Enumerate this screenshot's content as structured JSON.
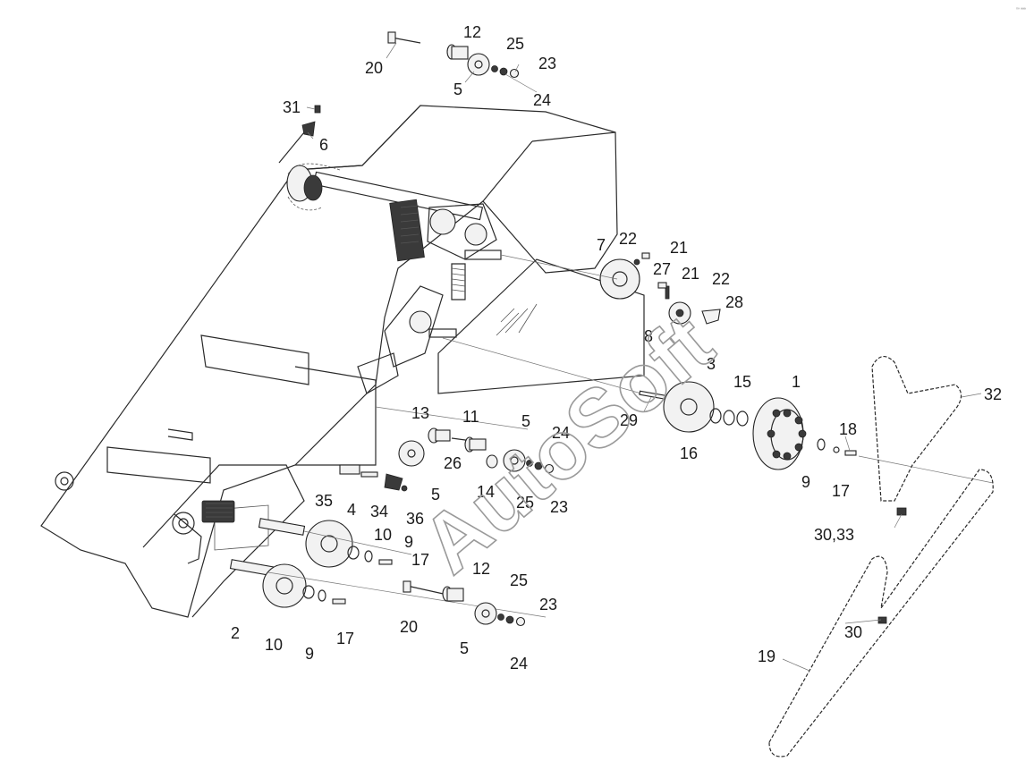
{
  "watermark": "AutoSoft",
  "corner_mark": "⁰º ªªª",
  "labels": [
    {
      "id": "l20a",
      "text": "20"
    },
    {
      "id": "l12a",
      "text": "12"
    },
    {
      "id": "l25a",
      "text": "25"
    },
    {
      "id": "l23a",
      "text": "23"
    },
    {
      "id": "l5a",
      "text": "5"
    },
    {
      "id": "l24a",
      "text": "24"
    },
    {
      "id": "l31",
      "text": "31"
    },
    {
      "id": "l6",
      "text": "6"
    },
    {
      "id": "l7",
      "text": "7"
    },
    {
      "id": "l22a",
      "text": "22"
    },
    {
      "id": "l21a",
      "text": "21"
    },
    {
      "id": "l27",
      "text": "27"
    },
    {
      "id": "l21b",
      "text": "21"
    },
    {
      "id": "l22b",
      "text": "22"
    },
    {
      "id": "l28",
      "text": "28"
    },
    {
      "id": "l8",
      "text": "8"
    },
    {
      "id": "l3",
      "text": "3"
    },
    {
      "id": "l15",
      "text": "15"
    },
    {
      "id": "l1",
      "text": "1"
    },
    {
      "id": "l32",
      "text": "32"
    },
    {
      "id": "l29",
      "text": "29"
    },
    {
      "id": "l16",
      "text": "16"
    },
    {
      "id": "l18",
      "text": "18"
    },
    {
      "id": "l9a",
      "text": "9"
    },
    {
      "id": "l17a",
      "text": "17"
    },
    {
      "id": "l3033",
      "text": "30,33"
    },
    {
      "id": "l13",
      "text": "13"
    },
    {
      "id": "l11",
      "text": "11"
    },
    {
      "id": "l5b",
      "text": "5"
    },
    {
      "id": "l24b",
      "text": "24"
    },
    {
      "id": "l26",
      "text": "26"
    },
    {
      "id": "l14",
      "text": "14"
    },
    {
      "id": "l25b",
      "text": "25"
    },
    {
      "id": "l23b",
      "text": "23"
    },
    {
      "id": "l5c",
      "text": "5"
    },
    {
      "id": "l35",
      "text": "35"
    },
    {
      "id": "l4",
      "text": "4"
    },
    {
      "id": "l34",
      "text": "34"
    },
    {
      "id": "l36",
      "text": "36"
    },
    {
      "id": "l10a",
      "text": "10"
    },
    {
      "id": "l9b",
      "text": "9"
    },
    {
      "id": "l17b",
      "text": "17"
    },
    {
      "id": "l12b",
      "text": "12"
    },
    {
      "id": "l25c",
      "text": "25"
    },
    {
      "id": "l23c",
      "text": "23"
    },
    {
      "id": "l2",
      "text": "2"
    },
    {
      "id": "l10b",
      "text": "10"
    },
    {
      "id": "l9c",
      "text": "9"
    },
    {
      "id": "l17c",
      "text": "17"
    },
    {
      "id": "l20b",
      "text": "20"
    },
    {
      "id": "l5d",
      "text": "5"
    },
    {
      "id": "l24c",
      "text": "24"
    },
    {
      "id": "l30",
      "text": "30"
    },
    {
      "id": "l19",
      "text": "19"
    }
  ]
}
